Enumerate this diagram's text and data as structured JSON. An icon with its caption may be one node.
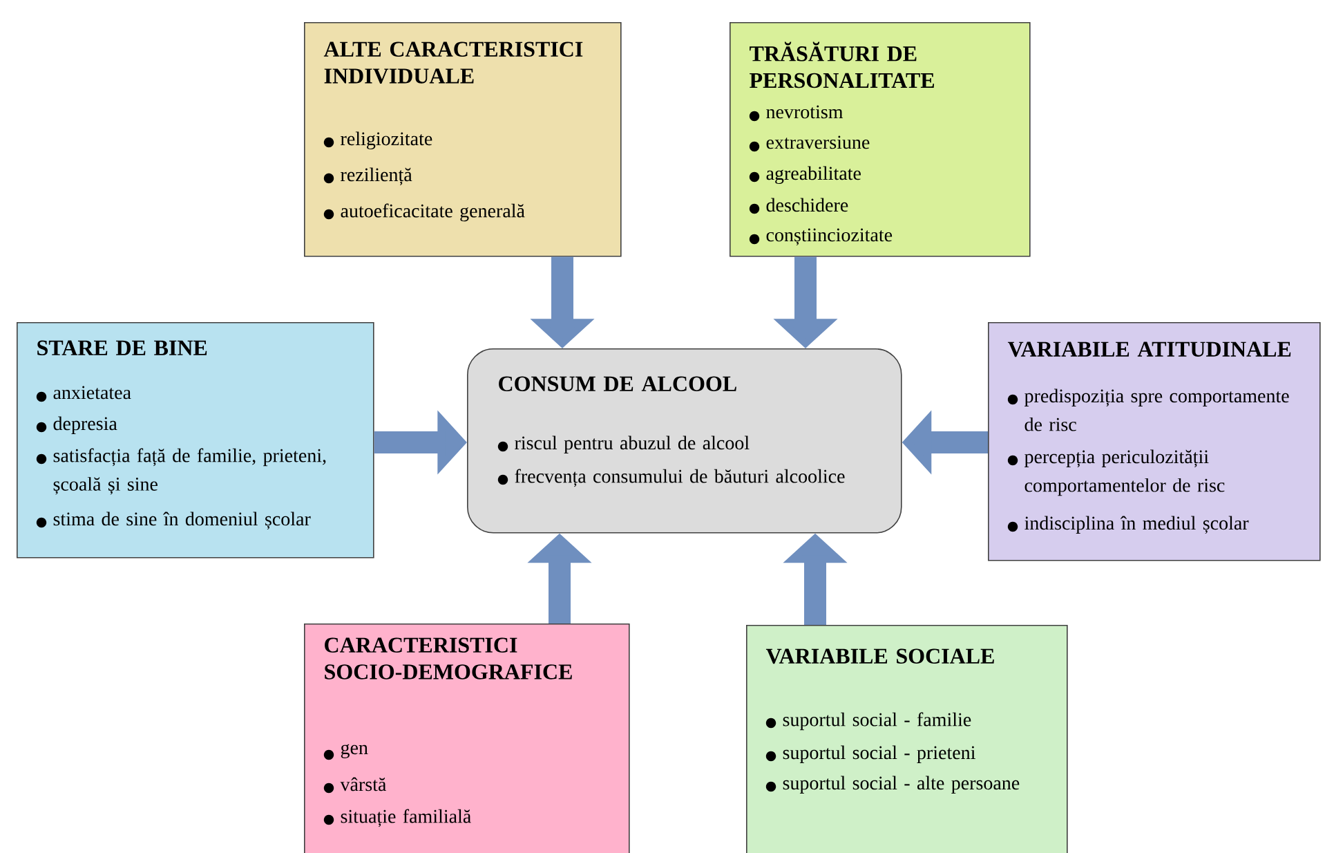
{
  "diagram": {
    "nodes": [
      {
        "text": [
          "ALTE CARACTERISTICI INDIVIDUALE",
          "religiozitate",
          "reziliență",
          "autoeficacitate generală"
        ]
      },
      {
        "text": [
          "TRĂSĂTURI DE PERSONALITATE",
          "nevrotism",
          "extraversiune",
          "agreabilitate",
          "deschidere",
          "conștiinciozitate"
        ]
      },
      {
        "text": [
          "STARE DE BINE",
          "anxietatea",
          "depresia",
          "satisfacția față de familie, prieteni, școală și sine",
          "stima de sine în domeniul școlar"
        ]
      },
      {
        "text": [
          "CONSUM DE ALCOOL",
          "riscul pentru abuzul de alcool",
          "frecvența consumului de băuturi alcoolice"
        ]
      },
      {
        "text": [
          "VARIABILE ATITUDINALE",
          "predispoziția spre comportamente de risc",
          "percepția periculozității comportamentelor de risc",
          "indisciplina în mediul școlar"
        ]
      },
      {
        "text": [
          "CARACTERISTICI SOCIO-DEMOGRAFICE",
          "gen",
          "vârstă",
          "situație familială"
        ]
      },
      {
        "text": [
          "VARIABILE SOCIALE",
          "suportul social - familie",
          "suportul social - prieteni",
          "suportul social - alte persoane"
        ]
      }
    ],
    "edges": [
      {
        "from": 0,
        "to": 3,
        "arrow": "to"
      },
      {
        "from": 1,
        "to": 3,
        "arrow": "to"
      },
      {
        "from": 2,
        "to": 3,
        "arrow": "to"
      },
      {
        "from": 4,
        "to": 3,
        "arrow": "to"
      },
      {
        "from": 5,
        "to": 3,
        "arrow": "to"
      },
      {
        "from": 6,
        "to": 3,
        "arrow": "to"
      }
    ]
  }
}
